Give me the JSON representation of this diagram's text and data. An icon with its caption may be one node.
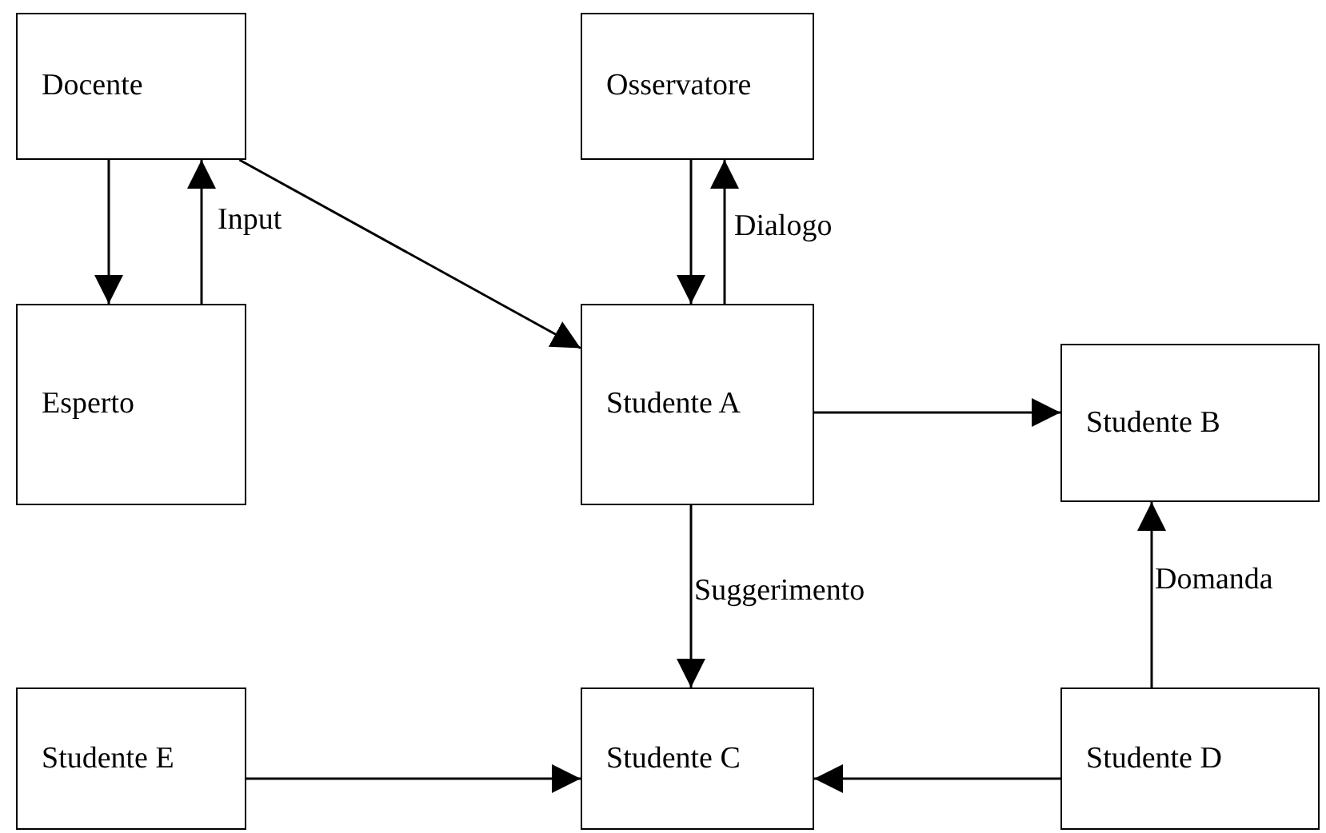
{
  "diagram": {
    "nodes": [
      {
        "text": [
          "Docente"
        ]
      },
      {
        "text": [
          "Osservatore"
        ]
      },
      {
        "text": [
          "Esperto"
        ]
      },
      {
        "text": [
          "Studente A"
        ]
      },
      {
        "text": [
          "Studente B"
        ]
      },
      {
        "text": [
          "Studente E"
        ]
      },
      {
        "text": [
          "Studente C"
        ]
      },
      {
        "text": [
          "Studente D"
        ]
      }
    ],
    "edges": [
      {
        "from": 0,
        "to": 2,
        "arrow": "to"
      },
      {
        "from": 2,
        "to": 0,
        "arrow": "to",
        "label": "Input"
      },
      {
        "from": 0,
        "to": 3,
        "arrow": "to"
      },
      {
        "from": 1,
        "to": 3,
        "arrow": "to"
      },
      {
        "from": 3,
        "to": 1,
        "arrow": "to",
        "label": "Dialogo"
      },
      {
        "from": 3,
        "to": 4,
        "arrow": "to"
      },
      {
        "from": 3,
        "to": 6,
        "arrow": "to",
        "label": "Suggerimento"
      },
      {
        "from": 7,
        "to": 4,
        "arrow": "to",
        "label": "Domanda"
      },
      {
        "from": 5,
        "to": 6,
        "arrow": "to"
      },
      {
        "from": 7,
        "to": 6,
        "arrow": "to"
      }
    ]
  }
}
